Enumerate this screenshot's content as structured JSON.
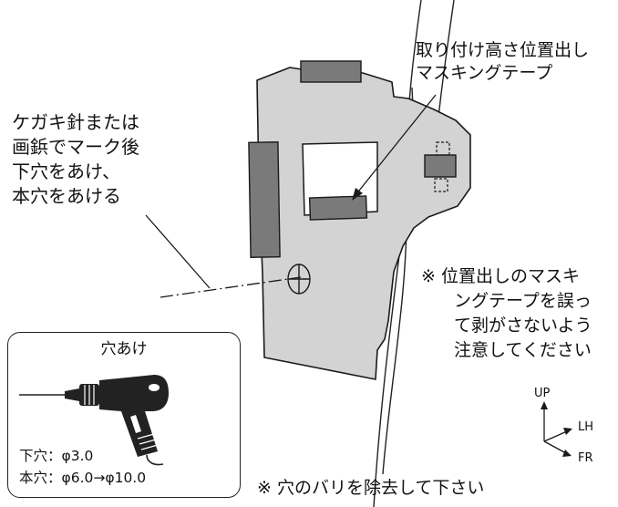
{
  "labels": {
    "height_tape": [
      "取り付け高さ位置出し",
      "マスキングテープ"
    ],
    "marking": [
      "ケガキ針または",
      "画鋲でマーク後",
      "下穴をあけ、",
      "本穴をあける"
    ],
    "caution_tape": [
      "※ 位置出しのマスキ",
      "ングテープを誤っ",
      "て剥がさないよう",
      "注意してください"
    ],
    "deburr": "※ 穴のバリを除去して下さい"
  },
  "drill_box": {
    "title": "穴あけ",
    "pilot_hole": "下穴：φ3.0",
    "main_hole": "本穴：φ6.0→φ10.0"
  },
  "axes": {
    "up": "UP",
    "lh": "LH",
    "fr": "FR"
  },
  "colors": {
    "panel": "#d3d3d3",
    "tape": "#7a7a7a",
    "outline": "#1a1a1a",
    "drill_body": "#222222"
  },
  "icons": [
    "drill-icon",
    "target-mark-icon",
    "arrow-icon"
  ]
}
